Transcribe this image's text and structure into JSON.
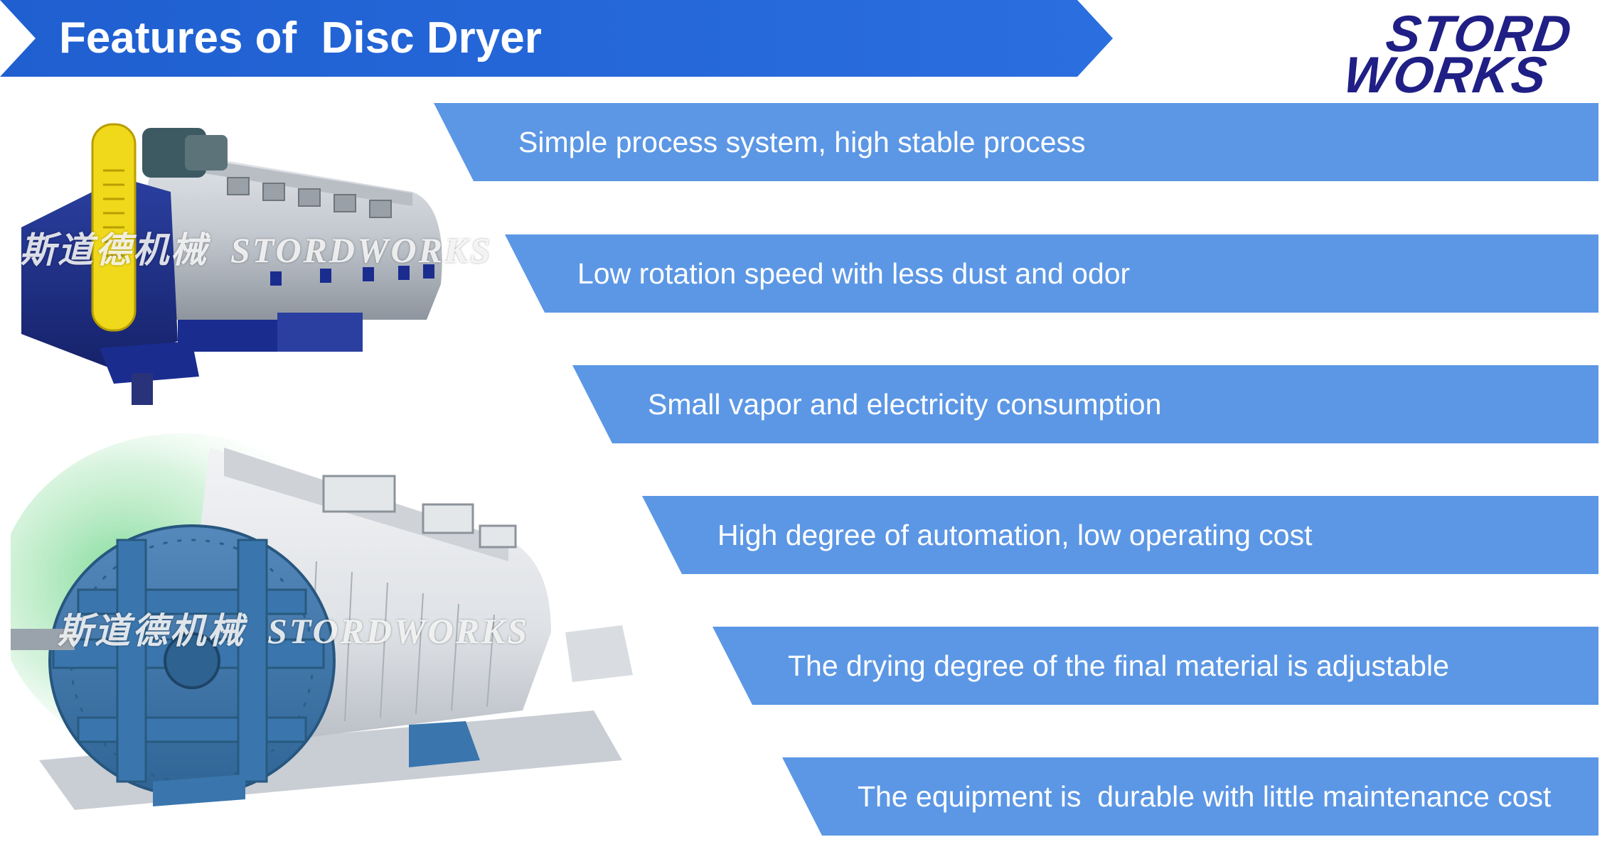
{
  "title": "Features of  Disc Dryer",
  "logo": {
    "line1": "STORD",
    "line2": "WORKS"
  },
  "features": [
    "Simple process system, high stable process",
    "Low rotation speed with less dust and odor",
    "Small vapor and electricity consumption",
    "High degree of automation, low operating cost",
    "The drying degree of the final material is adjustable",
    "The equipment is  durable with little maintenance cost"
  ],
  "watermarks": {
    "top": "斯道德机械  STORDWORKS",
    "bottom": "斯道德机械  STORDWORKS"
  },
  "colors": {
    "banner": "#2a6ee0",
    "feature_box": "#5c97e5",
    "logo": "#1f1f85",
    "text": "#ffffff"
  }
}
